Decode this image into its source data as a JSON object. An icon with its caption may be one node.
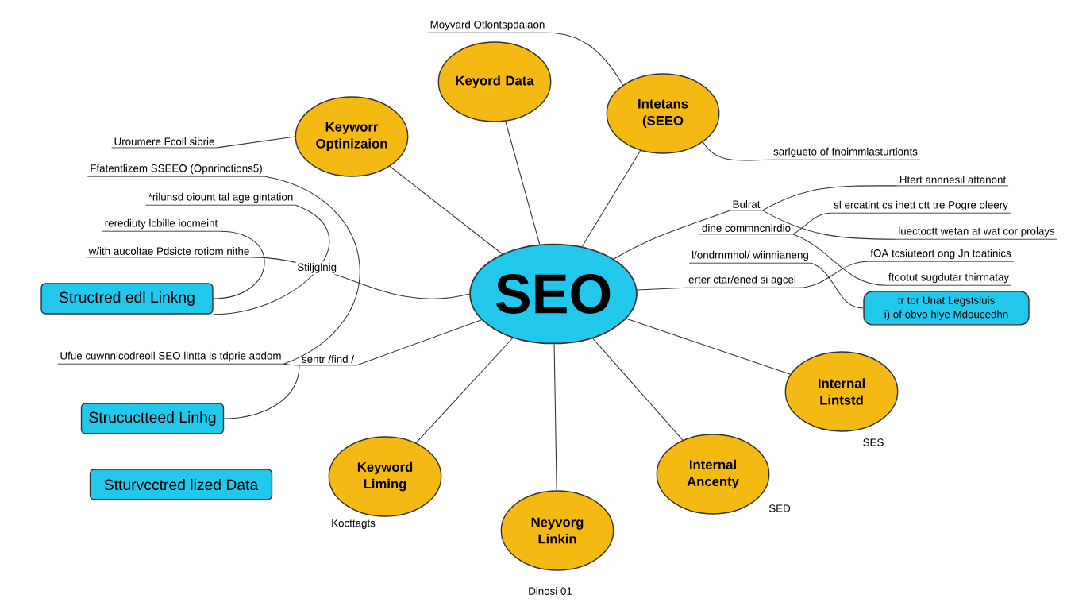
{
  "diagram": {
    "nodes": [
      {
        "text": [
          "SEO"
        ]
      },
      {
        "text": [
          "Keyord Data"
        ]
      },
      {
        "text": [
          "Keyworr Optinizaion"
        ]
      },
      {
        "text": [
          "Intetans (SEEO"
        ]
      },
      {
        "text": [
          "Internal Lintstd"
        ],
        "beside": [
          "SES"
        ]
      },
      {
        "text": [
          "Internal Ancenty"
        ],
        "beside": [
          "SED"
        ]
      },
      {
        "text": [
          "Neyvorg Linkin"
        ],
        "beside": [
          "Dinosi 01"
        ]
      },
      {
        "text": [
          "Keyword Liming"
        ],
        "beside": [
          "Kocttagts"
        ]
      },
      {
        "text": [
          "Structred edl Linkng"
        ]
      },
      {
        "text": [
          "Strucuctteed Linhg"
        ]
      },
      {
        "text": [
          "Stturvcctred lized Data"
        ]
      },
      {
        "text": [
          "tr tor Unat Legstsluis",
          "i) of obvo hlye Mdoucedhn"
        ]
      },
      {
        "text": [
          "Moyvard Otlontspdaiaon"
        ]
      },
      {
        "text": [
          "Uroumere Fcoll sibrie"
        ]
      },
      {
        "text": [
          "Ffatentlizem SSEEO (Opnrinctions5)"
        ]
      },
      {
        "text": [
          "*rilunsd oiount tal age gintation"
        ]
      },
      {
        "text": [
          "rerediuty lcbille iocmeint"
        ]
      },
      {
        "text": [
          "w/ith aucoltae Pdsicte rotiom nithe"
        ]
      },
      {
        "text": [
          "Ufue cuwnnicodreoll SEO lintta is tdprie abdom"
        ]
      },
      {
        "text": [
          "sentr /find /"
        ]
      },
      {
        "text": [
          "sarlgueto of fnoimmlasturtionts"
        ]
      },
      {
        "text": [
          "Bulrat"
        ]
      },
      {
        "text": [
          "dine commncnirdio"
        ]
      },
      {
        "text": [
          "Htert annnesil attanont"
        ]
      },
      {
        "text": [
          "sl ercatint cs inett ctt tre Pogre oleery"
        ]
      },
      {
        "text": [
          "luectoctt wetan at wat cor prolays"
        ]
      },
      {
        "text": [
          "l/ondrnmnol/ wiinnianeng"
        ]
      },
      {
        "text": [
          "erter ctar/ened si agcel"
        ]
      },
      {
        "text": [
          "fOA tcsiuteort ong Jn toatinics"
        ]
      },
      {
        "text": [
          "ftootut sugdutar thirrnatay"
        ]
      }
    ],
    "edges": [
      {
        "from": 0,
        "to": 1,
        "arrow": "none"
      },
      {
        "from": 0,
        "to": 2,
        "arrow": "none"
      },
      {
        "from": 0,
        "to": 3,
        "arrow": "none"
      },
      {
        "from": 0,
        "to": 4,
        "arrow": "none"
      },
      {
        "from": 0,
        "to": 5,
        "arrow": "none"
      },
      {
        "from": 0,
        "to": 6,
        "arrow": "none"
      },
      {
        "from": 0,
        "to": 7,
        "arrow": "none"
      },
      {
        "from": 12,
        "to": 3,
        "arrow": "none"
      },
      {
        "from": 13,
        "to": 2,
        "arrow": "none"
      },
      {
        "from": 14,
        "to": 18,
        "arrow": "none"
      },
      {
        "from": 15,
        "to": 8,
        "arrow": "none"
      },
      {
        "from": 16,
        "to": 8,
        "arrow": "none"
      },
      {
        "from": 17,
        "to": 0,
        "arrow": "none",
        "label": "Stiljglnig"
      },
      {
        "from": 18,
        "to": 19,
        "arrow": "none"
      },
      {
        "from": 19,
        "to": 9,
        "arrow": "none"
      },
      {
        "from": 0,
        "to": 19,
        "arrow": "none"
      },
      {
        "from": 0,
        "to": 21,
        "arrow": "none"
      },
      {
        "from": 3,
        "to": 20,
        "arrow": "none"
      },
      {
        "from": 21,
        "to": 23,
        "arrow": "none"
      },
      {
        "from": 21,
        "to": 25,
        "arrow": "none"
      },
      {
        "from": 22,
        "to": 24,
        "arrow": "none"
      },
      {
        "from": 22,
        "to": 29,
        "arrow": "none"
      },
      {
        "from": 0,
        "to": 27,
        "arrow": "none"
      },
      {
        "from": 27,
        "to": 28,
        "arrow": "none"
      },
      {
        "from": 26,
        "to": 11,
        "arrow": "none"
      }
    ]
  }
}
